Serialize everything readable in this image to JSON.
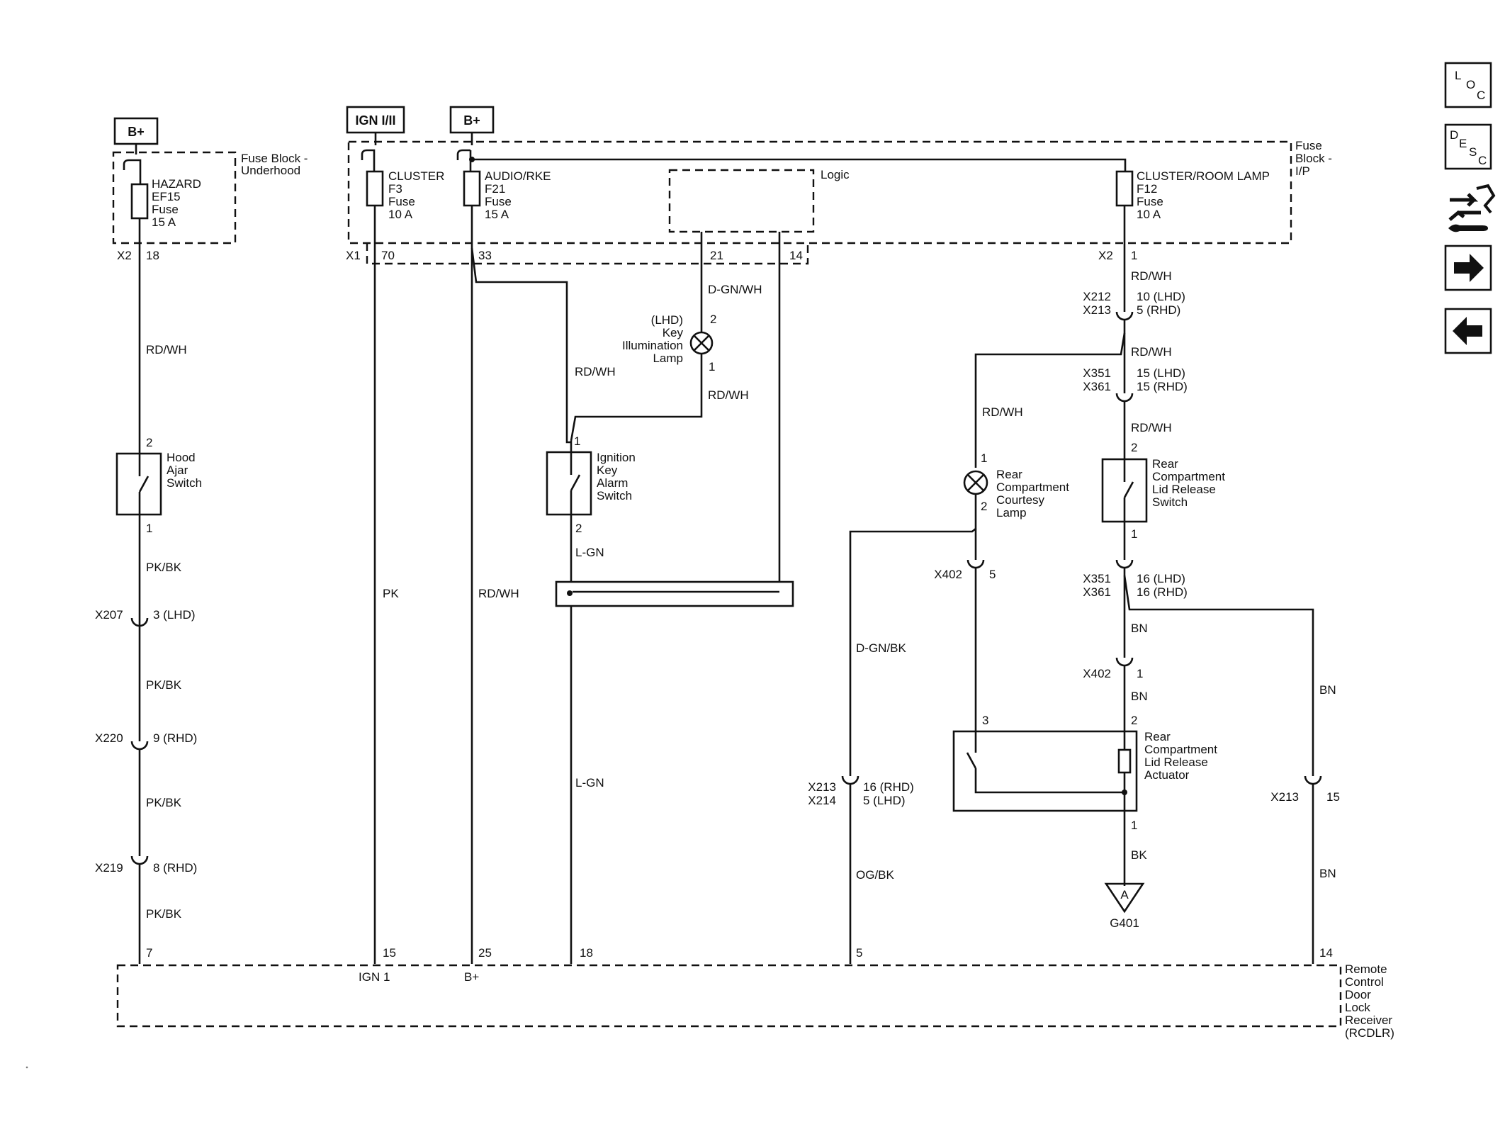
{
  "sources": {
    "bplus_left": "B+",
    "ign": "IGN I/II",
    "bplus_mid": "B+"
  },
  "fuse_blocks": {
    "underhood_title": [
      "Fuse Block -",
      "Underhood"
    ],
    "ip_title": [
      "Fuse",
      "Block -",
      "I/P"
    ],
    "logic": "Logic"
  },
  "fuses": {
    "hazard": [
      "HAZARD",
      "EF15",
      "Fuse",
      "15 A"
    ],
    "cluster": [
      "CLUSTER",
      "F3",
      "Fuse",
      "10 A"
    ],
    "audio": [
      "AUDIO/RKE",
      "F21",
      "Fuse",
      "15 A"
    ],
    "room": [
      "CLUSTER/ROOM LAMP",
      "F12",
      "Fuse",
      "10 A"
    ]
  },
  "connectors": {
    "x2_left": "X2",
    "x2_left_pin": "18",
    "x1": "X1",
    "x1_pin70": "70",
    "pin33": "33",
    "pin21": "21",
    "pin14": "14",
    "x2_right": "X2",
    "x2_right_pin": "1",
    "x212_213": [
      "X212",
      "X213"
    ],
    "x212_pins": [
      "10 (LHD)",
      "5 (RHD)"
    ],
    "x351_361_a": [
      "X351",
      "X361"
    ],
    "x351_pins_a": [
      "15 (LHD)",
      "15 (RHD)"
    ],
    "x351_361_b": [
      "X351",
      "X361"
    ],
    "x351_pins_b": [
      "16 (LHD)",
      "16 (RHD)"
    ],
    "x207": "X207",
    "x207_pin": "3 (LHD)",
    "x220": "X220",
    "x220_pin": "9 (RHD)",
    "x219": "X219",
    "x219_pin": "8 (RHD)",
    "x402_a": "X402",
    "x402_a_pin": "5",
    "x402_b": "X402",
    "x402_b_pin": "1",
    "x213_214": [
      "X213",
      "X214"
    ],
    "x213_214_pins": [
      "16 (RHD)",
      "5 (LHD)"
    ],
    "x213_r": "X213",
    "x213_r_pin": "15"
  },
  "wires": {
    "rdwh": "RD/WH",
    "pkbk": "PK/BK",
    "pk": "PK",
    "lgn": "L-GN",
    "dgnwh": "D-GN/WH",
    "dgnbk": "D-GN/BK",
    "ogbk": "OG/BK",
    "bn": "BN",
    "bk": "BK"
  },
  "components": {
    "hood_switch": [
      "Hood",
      "Ajar",
      "Switch"
    ],
    "ign_key_switch": [
      "Ignition",
      "Key",
      "Alarm",
      "Switch"
    ],
    "key_lamp": [
      "(LHD)",
      "Key",
      "Illumination",
      "Lamp"
    ],
    "courtesy_lamp": [
      "Rear",
      "Compartment",
      "Courtesy",
      "Lamp"
    ],
    "release_switch": [
      "Rear",
      "Compartment",
      "Lid Release",
      "Switch"
    ],
    "actuator": [
      "Rear",
      "Compartment",
      "Lid Release",
      "Actuator"
    ],
    "ground": "G401",
    "ground_letter": "A"
  },
  "pins": {
    "p2": "2",
    "p1": "1",
    "p3": "3",
    "r7": "7",
    "r15": "15",
    "r25": "25",
    "r18": "18",
    "r5": "5",
    "r14": "14"
  },
  "rcdlr": {
    "title": [
      "Remote",
      "Control",
      "Door",
      "Lock",
      "Receiver",
      "(RCDLR)"
    ],
    "ign1": "IGN 1",
    "bplus": "B+"
  },
  "nav": {
    "loc": [
      "L",
      "O",
      "C"
    ],
    "desc": [
      "D",
      "E",
      "S",
      "C"
    ]
  }
}
